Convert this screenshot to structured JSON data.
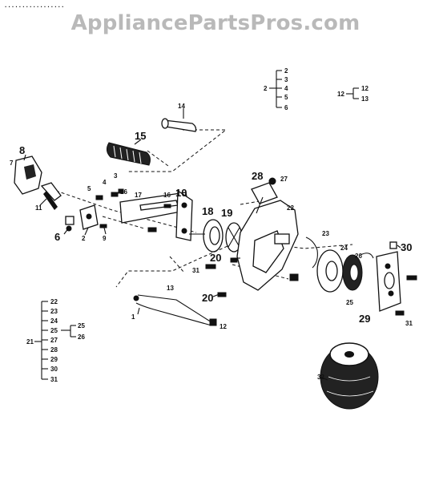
{
  "watermark": "AppliancePartsPros.com",
  "top_left_dots": ". . . . . . . . . . . . . . . . .",
  "part_numbers": {
    "p1": "1",
    "p2": "2",
    "p3": "3",
    "p4": "4",
    "p5": "5",
    "p6": "6",
    "p7": "7",
    "p8": "8",
    "p9": "9",
    "p10": "10",
    "p11": "11",
    "p12": "12",
    "p13": "13",
    "p14": "14",
    "p15": "15",
    "p16": "16",
    "p17": "17",
    "p18": "18",
    "p19": "19",
    "p20a": "20",
    "p20b": "20",
    "p21": "21",
    "p22": "22",
    "p23": "23",
    "p24": "24",
    "p25": "25",
    "p26": "26",
    "p27": "27",
    "p28": "28",
    "p29": "29",
    "p30": "30",
    "p31a": "31",
    "p31b": "31",
    "p32": "32",
    "p12b": "12",
    "p2b": "2",
    "p6b": "6"
  },
  "legend_kit_2": {
    "parent": "2",
    "items": [
      "2",
      "3",
      "4",
      "5",
      "6"
    ]
  },
  "legend_kit_12": {
    "parent": "12",
    "items": [
      "12",
      "13"
    ]
  },
  "legend_kit_21": {
    "parent": "21",
    "items": [
      "22",
      "23",
      "24",
      "25",
      "27",
      "28",
      "29",
      "30",
      "31"
    ],
    "sub_items": [
      "25",
      "26"
    ]
  }
}
